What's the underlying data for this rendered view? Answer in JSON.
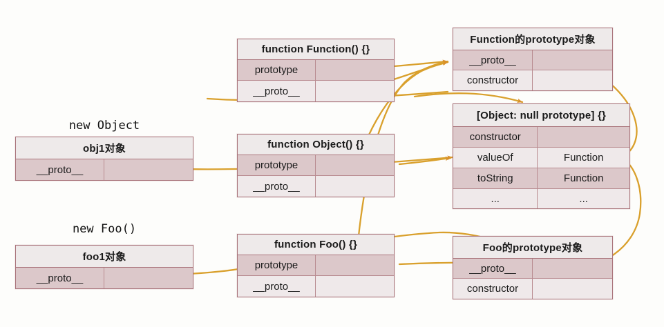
{
  "diagram": {
    "title": "JavaScript prototype chain diagram",
    "background": "#fdfdfb",
    "edge_color": "#d9a02c",
    "box_border": "#a9737a",
    "row_dark": "#dcc8ca",
    "row_light": "#efe9ea"
  },
  "captions": [
    {
      "id": "cap-new-object",
      "text": "new Object"
    },
    {
      "id": "cap-new-foo",
      "text": "new Foo()"
    }
  ],
  "boxes": [
    {
      "id": "obj1",
      "header": "obj1对象",
      "rows": [
        {
          "key": "__proto__",
          "value": "",
          "shade": "dark"
        }
      ]
    },
    {
      "id": "foo1",
      "header": "foo1对象",
      "rows": [
        {
          "key": "__proto__",
          "value": "",
          "shade": "dark"
        }
      ]
    },
    {
      "id": "function-function",
      "header": "function Function() {}",
      "rows": [
        {
          "key": "prototype",
          "value": "",
          "shade": "dark"
        },
        {
          "key": "__proto__",
          "value": "",
          "shade": "light"
        }
      ]
    },
    {
      "id": "function-object",
      "header": "function Object() {}",
      "rows": [
        {
          "key": "prototype",
          "value": "",
          "shade": "dark"
        },
        {
          "key": "__proto__",
          "value": "",
          "shade": "light"
        }
      ]
    },
    {
      "id": "function-foo",
      "header": "function Foo() {}",
      "rows": [
        {
          "key": "prototype",
          "value": "",
          "shade": "dark"
        },
        {
          "key": "__proto__",
          "value": "",
          "shade": "light"
        }
      ]
    },
    {
      "id": "function-prototype",
      "header": "Function的prototype对象",
      "rows": [
        {
          "key": "__proto__",
          "value": "",
          "shade": "dark"
        },
        {
          "key": "constructor",
          "value": "",
          "shade": "light"
        }
      ]
    },
    {
      "id": "object-null-prototype",
      "header": "[Object: null prototype] {}",
      "rows": [
        {
          "key": "constructor",
          "value": "",
          "shade": "dark"
        },
        {
          "key": "valueOf",
          "value": "Function",
          "shade": "light"
        },
        {
          "key": "toString",
          "value": "Function",
          "shade": "dark"
        },
        {
          "key": "...",
          "value": "...",
          "shade": "light"
        }
      ]
    },
    {
      "id": "foo-prototype",
      "header": "Foo的prototype对象",
      "rows": [
        {
          "key": "__proto__",
          "value": "",
          "shade": "dark"
        },
        {
          "key": "constructor",
          "value": "",
          "shade": "light"
        }
      ]
    }
  ]
}
